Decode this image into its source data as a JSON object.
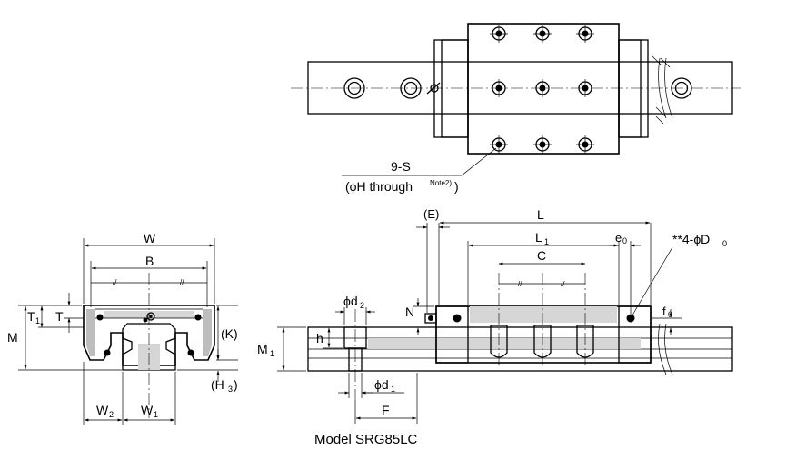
{
  "top_view": {
    "hole_label": "9-S",
    "hole_note_prefix": "(ϕH through",
    "hole_note_sup": "Note2)",
    "hole_note_suffix": ")"
  },
  "end_view": {
    "W": "W",
    "B": "B",
    "T1": "T",
    "T1_sub": "1",
    "T": "T",
    "M": "M",
    "K": "(K)",
    "H3": "(H",
    "H3_sub": "3",
    "H3_close": ")",
    "W2": "W",
    "W2_sub": "2",
    "W1": "W",
    "W1_sub": "1"
  },
  "side_view": {
    "E": "(E)",
    "L": "L",
    "L1": "L",
    "L1_sub": "1",
    "e0": "e",
    "e0_sub": "0",
    "D0_prefix": "**4-ϕD",
    "D0_sub": "0",
    "C": "C",
    "d2": "ϕd",
    "d2_sub": "2",
    "N": "N",
    "f0": "f",
    "f0_sub": "0",
    "h": "h",
    "M1": "M",
    "M1_sub": "1",
    "d1": "ϕd",
    "d1_sub": "1",
    "F": "F"
  },
  "caption": "Model SRG85LC"
}
